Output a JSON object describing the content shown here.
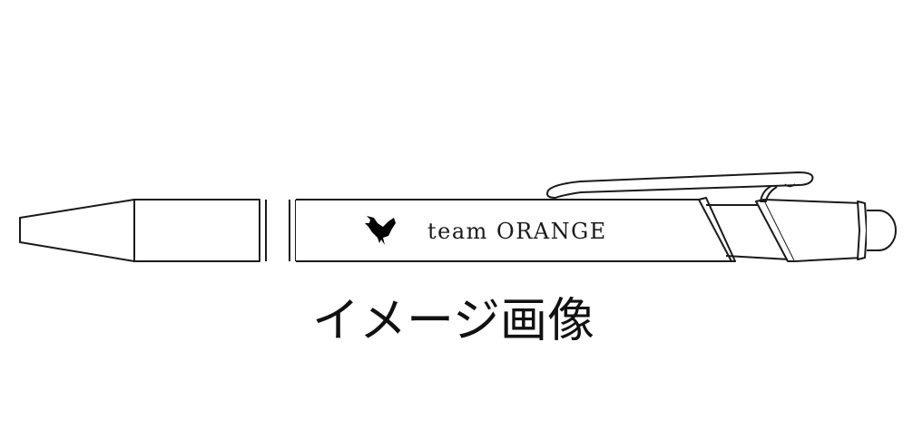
{
  "product": {
    "type": "ballpoint pen with stylus",
    "imprint_text": "team ORANGE",
    "logo_icon": "bird-icon"
  },
  "caption": "イメージ画像",
  "colors": {
    "background": "#ffffff",
    "outline": "#1a1a1a",
    "logo": "#000000"
  }
}
